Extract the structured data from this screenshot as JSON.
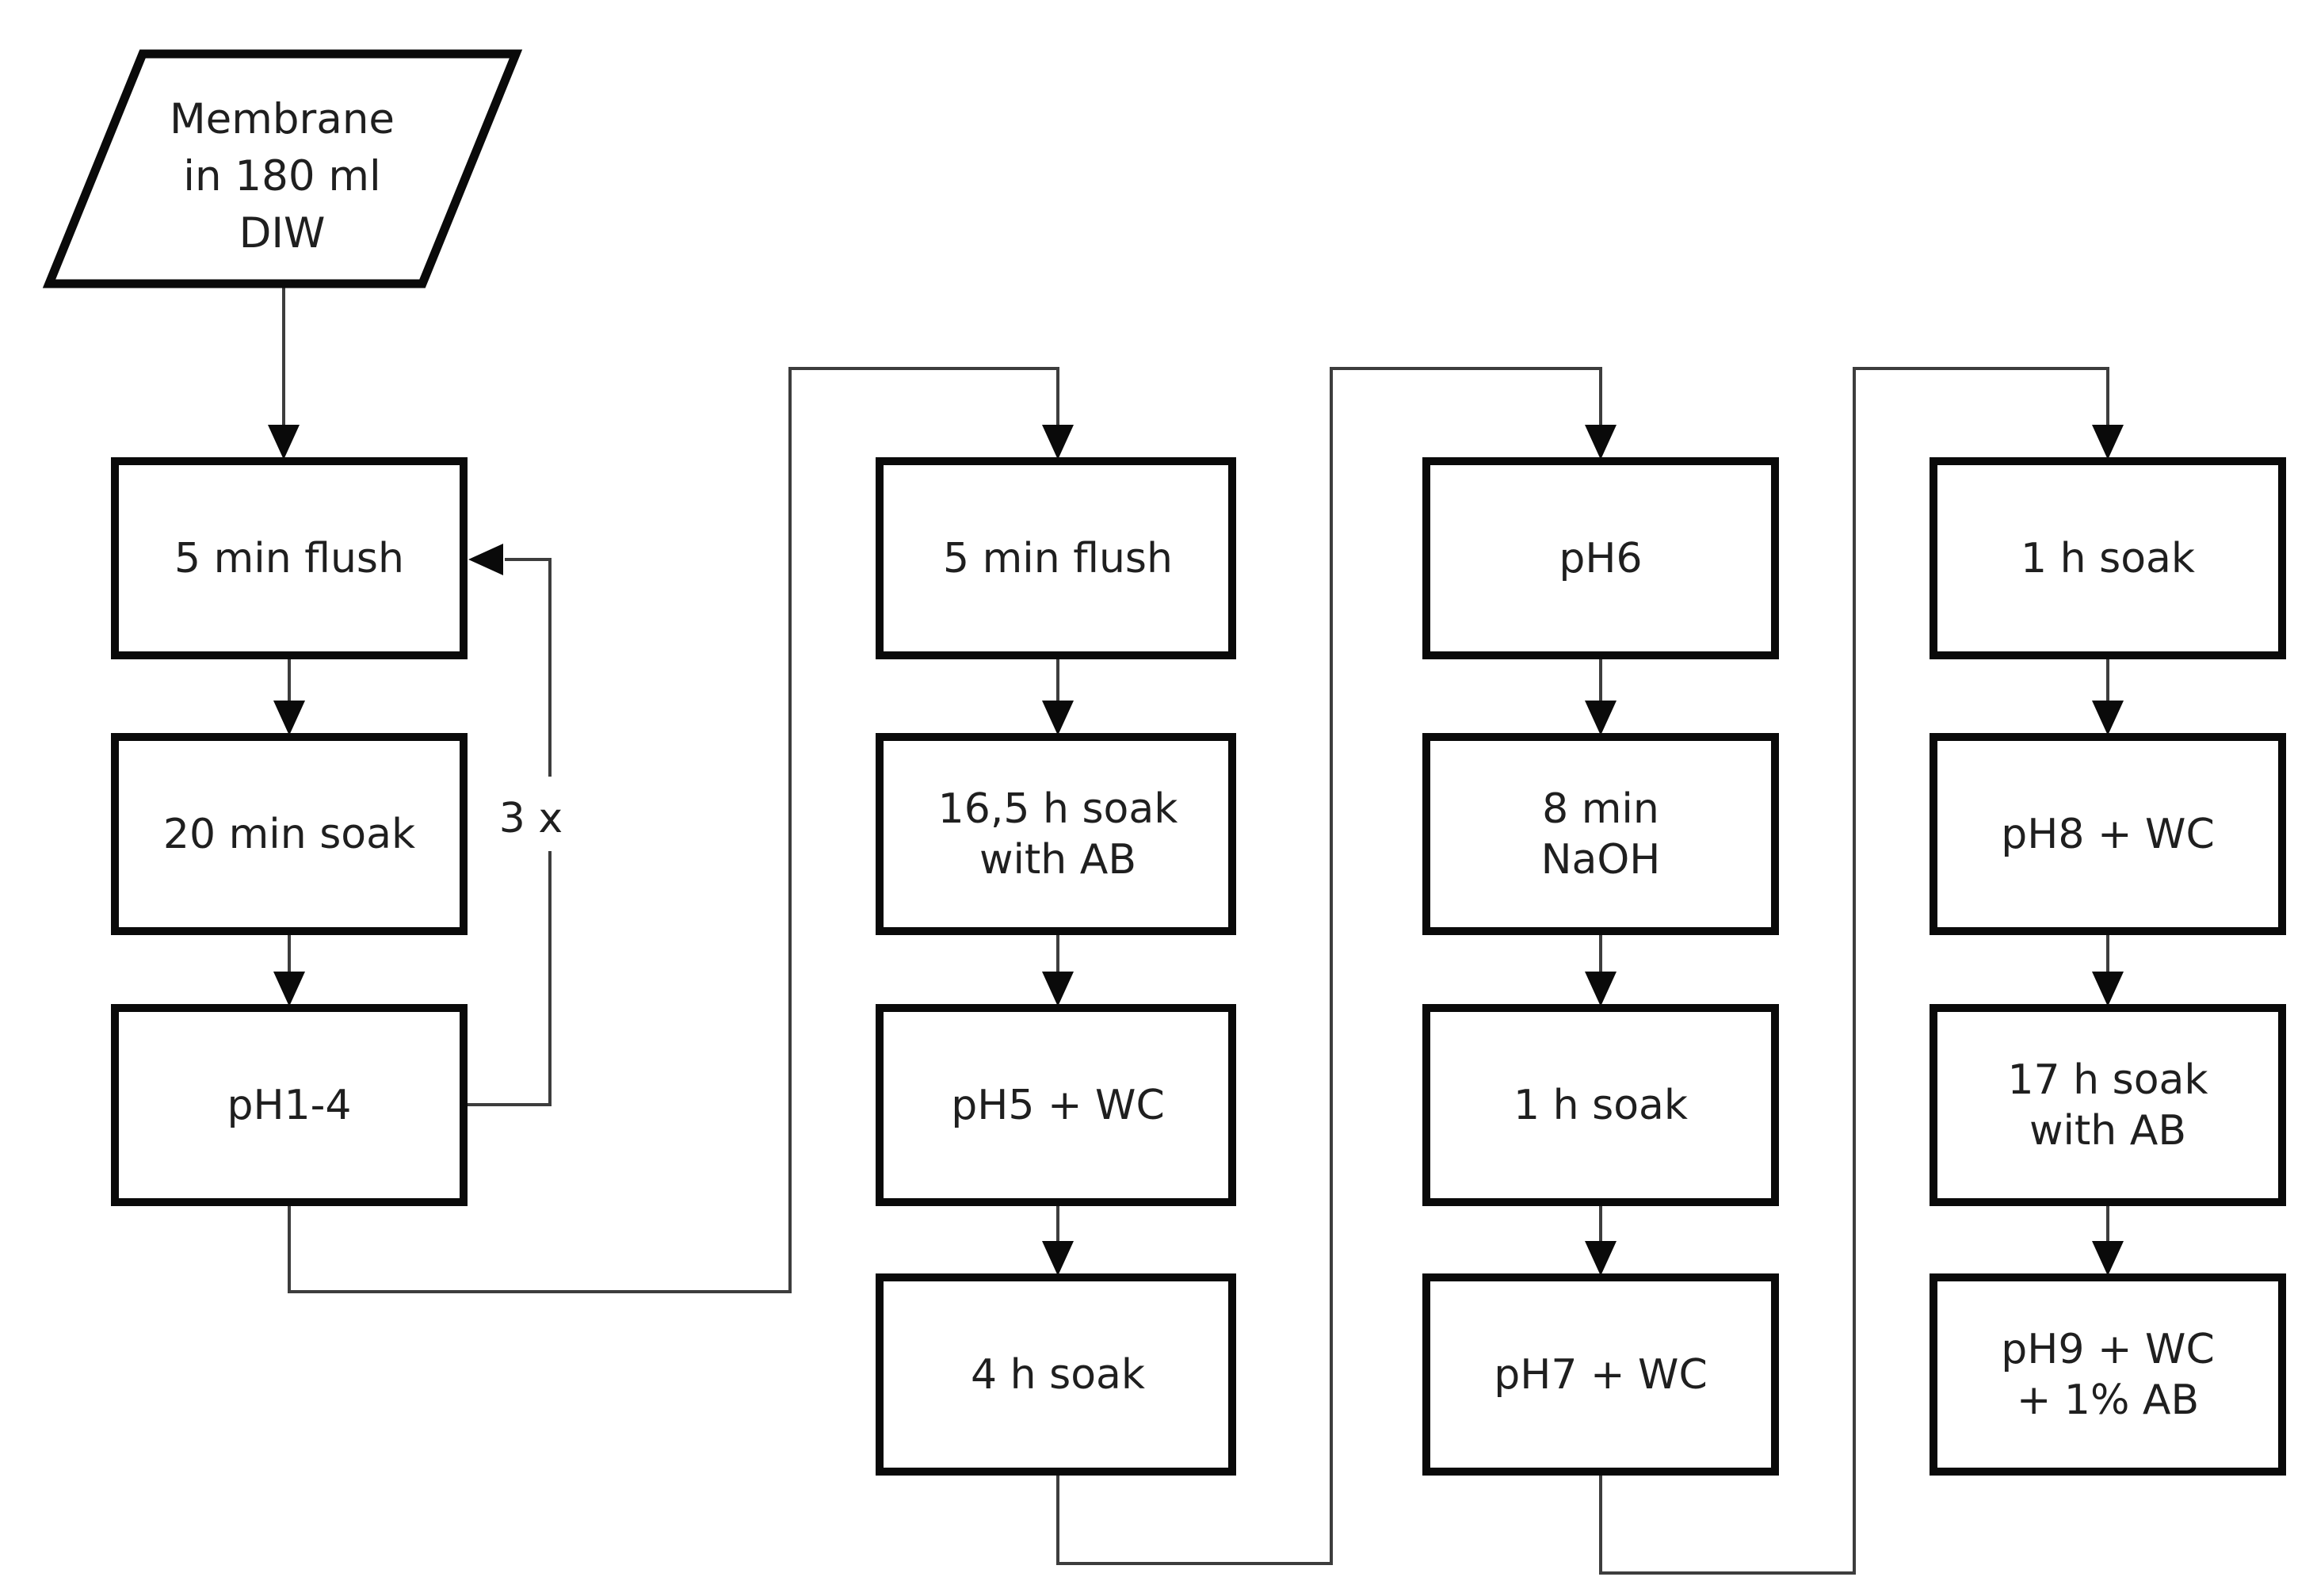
{
  "diagram": {
    "colors": {
      "background": "#ffffff",
      "box_fill": "#ffffff",
      "box_border": "#0a0a0a",
      "connector": "#3d3d3d",
      "arrowhead": "#0a0a0a",
      "text": "#1f1f1f"
    },
    "start": {
      "lines": [
        "Membrane",
        "in 180 ml",
        "DIW"
      ]
    },
    "loop_label": "3 x",
    "columns": [
      {
        "boxes": [
          {
            "lines": [
              "5 min flush"
            ]
          },
          {
            "lines": [
              "20 min soak"
            ]
          },
          {
            "lines": [
              "pH1-4"
            ]
          }
        ]
      },
      {
        "boxes": [
          {
            "lines": [
              "5 min flush"
            ]
          },
          {
            "lines": [
              "16,5 h soak",
              "with AB"
            ]
          },
          {
            "lines": [
              "pH5 + WC"
            ]
          },
          {
            "lines": [
              "4 h soak"
            ]
          }
        ]
      },
      {
        "boxes": [
          {
            "lines": [
              "pH6"
            ]
          },
          {
            "lines": [
              "8 min",
              "NaOH"
            ]
          },
          {
            "lines": [
              "1 h soak"
            ]
          },
          {
            "lines": [
              "pH7 + WC"
            ]
          }
        ]
      },
      {
        "boxes": [
          {
            "lines": [
              "1 h soak"
            ]
          },
          {
            "lines": [
              "pH8 + WC"
            ]
          },
          {
            "lines": [
              "17 h soak",
              "with AB"
            ]
          },
          {
            "lines": [
              "pH9 + WC",
              "+ 1% AB"
            ]
          }
        ]
      }
    ]
  }
}
